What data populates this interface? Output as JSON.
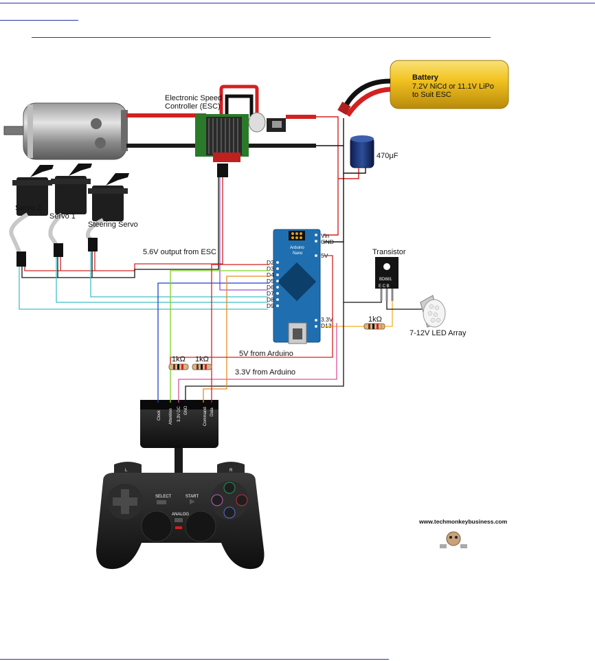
{
  "diagram": {
    "esc_label_line1": "Electronic Speed",
    "esc_label_line2": "Controller (ESC)",
    "battery_title": "Battery",
    "battery_line1": "7.2V NiCd or 11.1V LiPo",
    "battery_line2": "to Suit ESC",
    "capacitor_label": "470μF",
    "servo2_label": "Servo 2",
    "servo1_label": "Servo 1",
    "steering_servo_label": "Steering Servo",
    "esc_output_label": "5.6V output from ESC",
    "arduino_line1": "Arduino",
    "arduino_line2": "Nano",
    "transistor_label": "Transistor",
    "transistor_model": "BD681",
    "transistor_pins": "E  C  B",
    "led_label": "7-12V LED Array",
    "resistor_led_label": "1kΩ",
    "resistor1_label": "1kΩ",
    "resistor2_label": "1kΩ",
    "five_v_label": "5V from Arduino",
    "three_v_label": "3.3V from Arduino",
    "arduino_left_pins": [
      "D2",
      "D3",
      "D4",
      "D5",
      "D6",
      "D7",
      "D8",
      "D9"
    ],
    "arduino_right_pins": {
      "vin": "Vin",
      "gnd": "GND",
      "v5": "5V",
      "v33": "3.3V",
      "d13": "D13"
    },
    "connector_pins": [
      "Clock",
      "Attention",
      "3.3V DC",
      "GND",
      "Command",
      "Data"
    ],
    "controller": {
      "l": "L",
      "r": "R",
      "select": "SELECT",
      "start": "START",
      "analog": "ANALOG"
    },
    "watermark": "www.techmonkeybusiness.com"
  },
  "colors": {
    "wire_red": "#d42020",
    "wire_black": "#111111",
    "wire_green": "#7ed321",
    "wire_blue": "#1d3fcf",
    "wire_cyan": "#3cc0c8",
    "wire_purple": "#9b4fd0",
    "wire_orange": "#e88a1e",
    "wire_pink": "#e04fa0",
    "wire_yellow": "#f0b020",
    "arduino_blue": "#1f6fb0",
    "battery_yellow": "#f2c322",
    "link_blue": "#2233aa"
  }
}
